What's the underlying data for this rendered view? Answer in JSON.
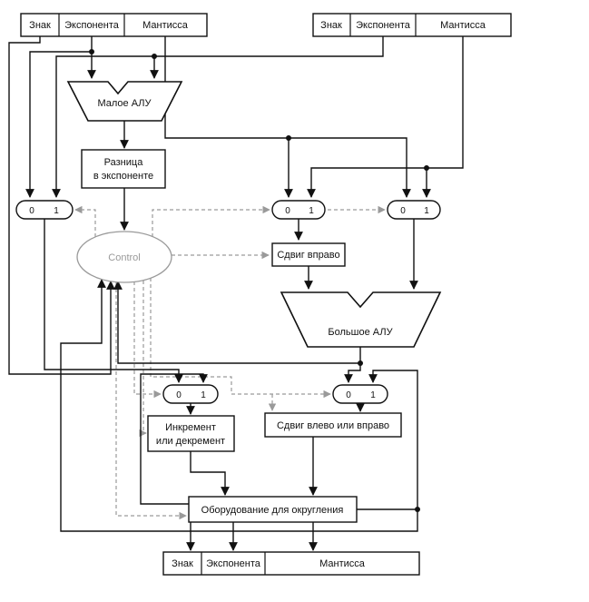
{
  "diagram": {
    "registers": {
      "top_left": {
        "sign": "Знак",
        "exponent": "Экспонента",
        "mantissa": "Мантисса"
      },
      "top_right": {
        "sign": "Знак",
        "exponent": "Экспонента",
        "mantissa": "Мантисса"
      },
      "result": {
        "sign": "Знак",
        "exponent": "Экспонента",
        "mantissa": "Мантисса"
      }
    },
    "blocks": {
      "small_alu": "Малое АЛУ",
      "exp_diff": {
        "line1": "Разница",
        "line2": "в экспоненте"
      },
      "control": "Control",
      "shift_right": "Сдвиг вправо",
      "big_alu": "Большое АЛУ",
      "increment": {
        "line1": "Инкремент",
        "line2": "или декремент"
      },
      "shift_left_right": "Сдвиг влево или вправо",
      "rounding": "Оборудование для округления"
    },
    "mux": {
      "zero": "0",
      "one": "1"
    },
    "colors": {
      "wire": "#111111",
      "control_wire": "#9a9a9a",
      "box_border": "#111111",
      "background": "#ffffff"
    }
  }
}
